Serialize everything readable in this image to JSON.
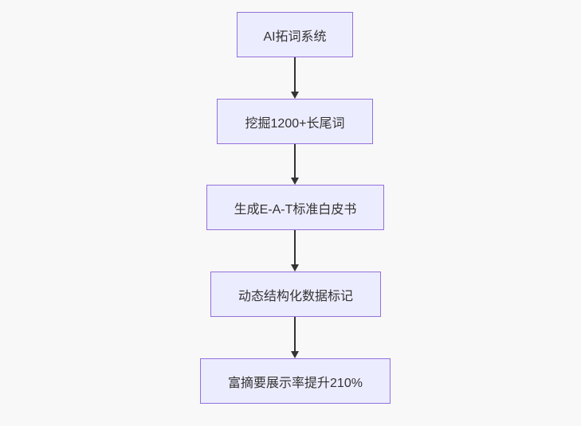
{
  "diagram": {
    "type": "flowchart",
    "direction": "top-down",
    "nodes": [
      {
        "id": "n1",
        "label": "AI拓词系统"
      },
      {
        "id": "n2",
        "label": "挖掘1200+长尾词"
      },
      {
        "id": "n3",
        "label": "生成E-A-T标准白皮书"
      },
      {
        "id": "n4",
        "label": "动态结构化数据标记"
      },
      {
        "id": "n5",
        "label": "富摘要展示率提升210%"
      }
    ],
    "edges": [
      {
        "from": "n1",
        "to": "n2",
        "style": "arrow-down"
      },
      {
        "from": "n2",
        "to": "n3",
        "style": "arrow-down"
      },
      {
        "from": "n3",
        "to": "n4",
        "style": "arrow-down"
      },
      {
        "from": "n4",
        "to": "n5",
        "style": "arrow-down"
      }
    ],
    "colors": {
      "node_fill": "#ECECFF",
      "node_border": "#9370DB",
      "edge_line": "#333333",
      "arrowhead": "#333333",
      "text": "#333333",
      "background": "#F8F8F8"
    }
  }
}
